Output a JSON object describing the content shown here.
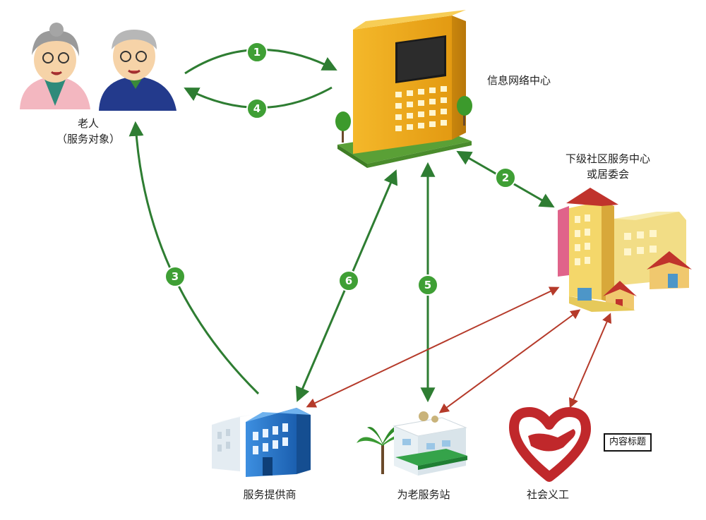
{
  "nodes": {
    "elderly": {
      "label_1": "老人",
      "label_2": "（服务对象）"
    },
    "info_center": {
      "label": "信息网络中心"
    },
    "community_center": {
      "label_1": "下级社区服务中心",
      "label_2": "或居委会"
    },
    "service_provider": {
      "label": "服务提供商"
    },
    "elderly_station": {
      "label": "为老服务站"
    },
    "volunteer": {
      "label": "社会义工"
    }
  },
  "flows": {
    "f1": "1",
    "f2": "2",
    "f3": "3",
    "f4": "4",
    "f5": "5",
    "f6": "6"
  },
  "content_title": "内容标题",
  "colors": {
    "green_arrow": "#2e7d32",
    "red_arrow": "#b53a2a",
    "badge_green": "#3f9f35",
    "tower_yellow": "#e8a51c",
    "blue_building": "#1f6fc5",
    "heart_red": "#c0282b"
  }
}
